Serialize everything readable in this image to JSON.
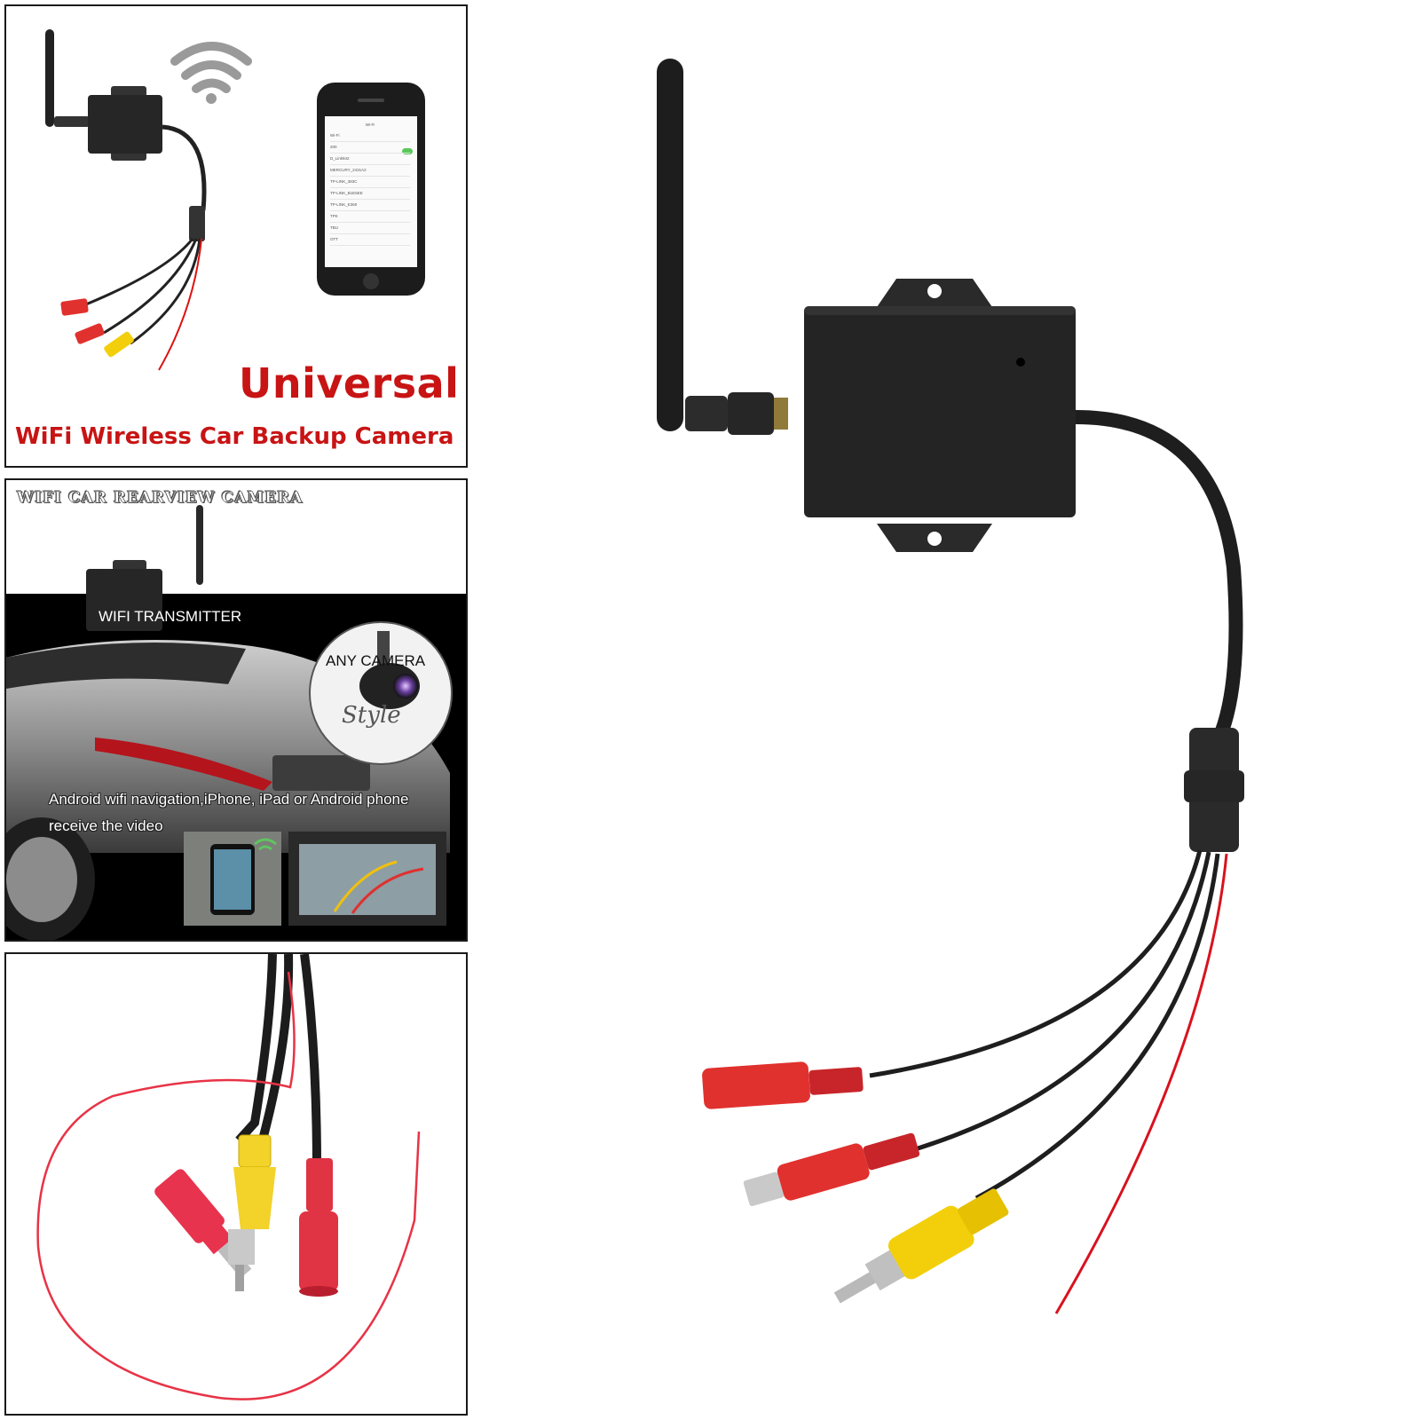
{
  "panel1": {
    "title": "Universal",
    "subtitle": "WiFi Wireless Car Backup Camera",
    "phone_screen": {
      "header": "Wi-Fi",
      "rows": [
        "Wi-Fi",
        "200",
        "D_Link942",
        "MERCURY_2431A2",
        "TP-LINK_383C",
        "TP-LINK_B1E5EE",
        "TP-LINK_E360",
        "TPK",
        "TBU",
        "OTT"
      ]
    }
  },
  "panel2": {
    "heading": "WIFI CAR REARVIEW CAMERA",
    "transmitter_label": "WIFI TRANSMITTER",
    "camera_label": "ANY  CAMERA",
    "caption_line1": "Android wifi navigation,iPhone, iPad or Android phone",
    "caption_line2": "receive the video",
    "script_text": "Style"
  },
  "colors": {
    "accent_red": "#c81414",
    "connector_red": "#e0312e",
    "connector_yellow": "#f2cf0a",
    "wifi_gray": "#9a9a9a",
    "device_black": "#222222"
  }
}
